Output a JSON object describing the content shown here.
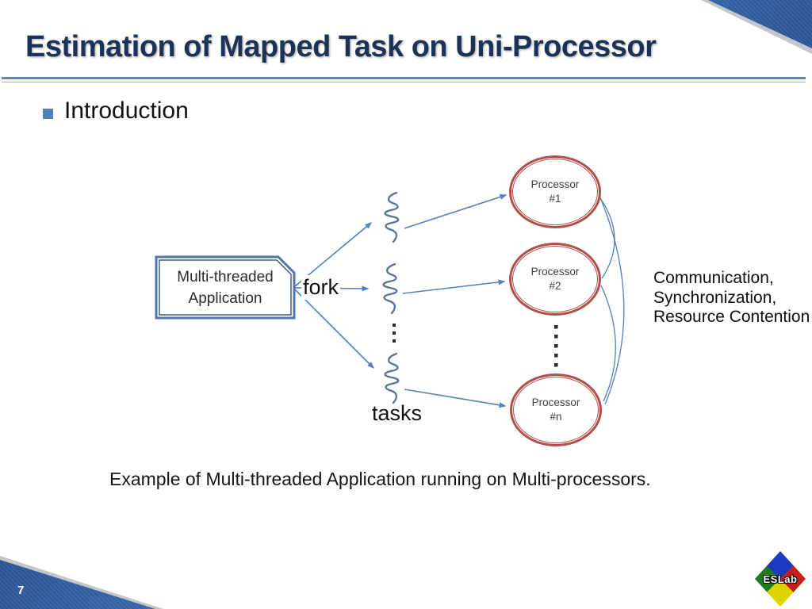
{
  "slide": {
    "title": "Estimation of Mapped Task on Uni-Processor",
    "bullet_label": "Introduction",
    "caption": "Example of Multi-threaded Application running on Multi-processors.",
    "page_number": "7"
  },
  "diagram": {
    "app_box": {
      "line1": "Multi-threaded",
      "line2": "Application"
    },
    "fork_label": "fork",
    "tasks_label": "tasks",
    "processors": [
      {
        "name": "Processor",
        "id": "#1"
      },
      {
        "name": "Processor",
        "id": "#2"
      },
      {
        "name": "Processor",
        "id": "#n"
      }
    ],
    "annotation": {
      "line1": "Communication,",
      "line2": "Synchronization,",
      "line3": "Resource Contention"
    }
  },
  "logo": {
    "label": "ESLab"
  },
  "colors": {
    "title_navy": "#1b3356",
    "accent_blue": "#4f81bd",
    "processor_red": "#b0504c",
    "squiggle_blue_gray": "#5a7199",
    "corner_navy": "#16365f"
  }
}
